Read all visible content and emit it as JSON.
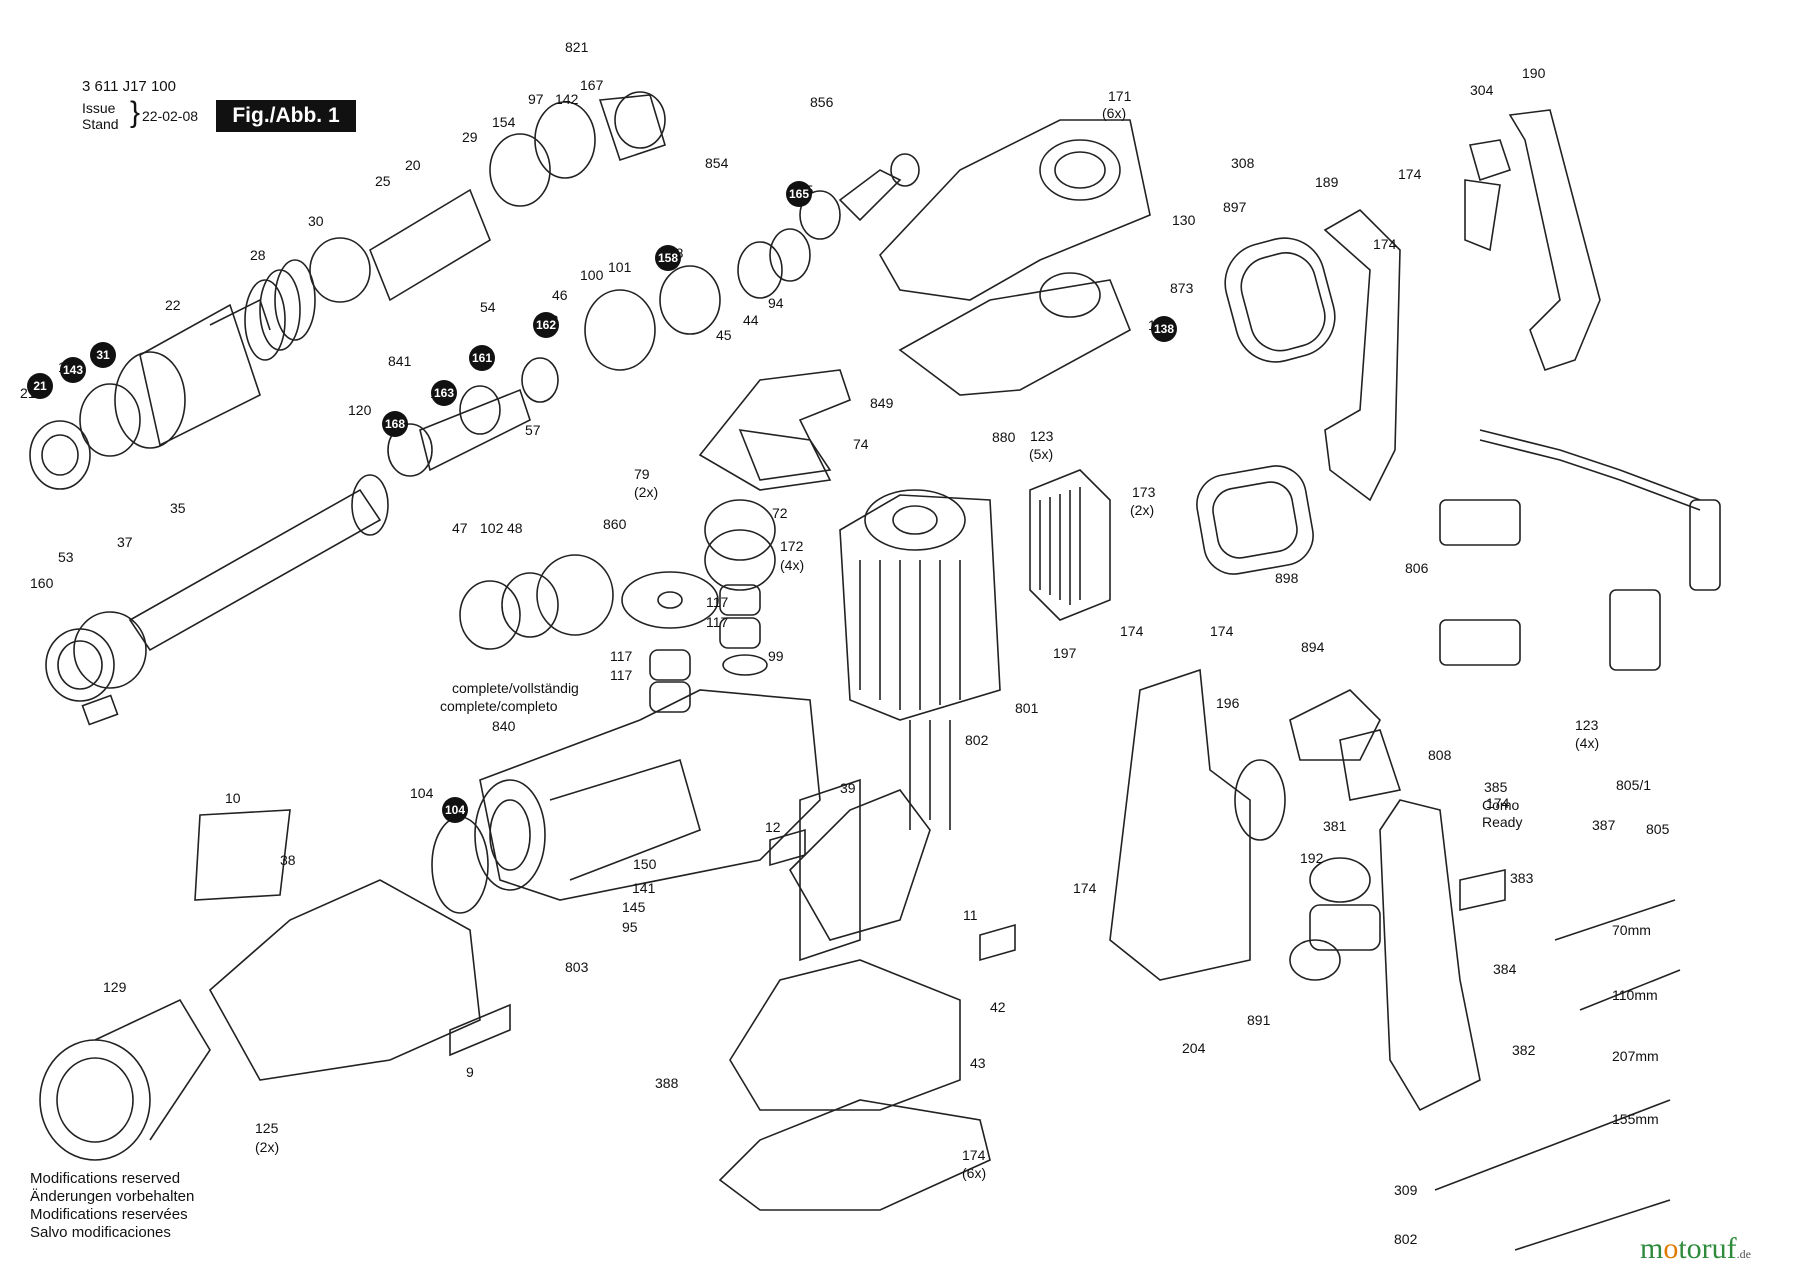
{
  "header": {
    "part_number": "3 611 J17 100",
    "issue_lines": [
      "Issue",
      "Stand"
    ],
    "date": "22-02-08",
    "figure": "Fig./Abb. 1"
  },
  "footer_notes": [
    "Modifications reserved",
    "Änderungen vorbehalten",
    "Modifications reservées",
    "Salvo modificaciones"
  ],
  "brand": {
    "part1": "m",
    "oo": "o",
    "part2": "toruf",
    "suffix": ".de"
  },
  "labels": [
    "821",
    "167",
    "142",
    "97",
    "154",
    "29",
    "20",
    "25",
    "30",
    "28",
    "22",
    "21",
    "143",
    "31",
    "856",
    "165",
    "854",
    "158",
    "101",
    "100",
    "46",
    "162",
    "54",
    "161",
    "841",
    "163",
    "168",
    "120",
    "57",
    "45",
    "44",
    "94",
    "171",
    "(6x)",
    "308",
    "130",
    "873",
    "138",
    "304",
    "190",
    "174",
    "189",
    "897",
    "174",
    "898",
    "806",
    "849",
    "74",
    "79",
    "(2x)",
    "72",
    "860",
    "47",
    "102",
    "48",
    "117",
    "117",
    "99",
    "117",
    "117",
    "172",
    "(4x)",
    "880",
    "123",
    "(5x)",
    "173",
    "(2x)",
    "35",
    "37",
    "53",
    "160",
    "complete/vollständig",
    "complete/completo",
    "840",
    "104",
    "801",
    "802",
    "197",
    "174",
    "174",
    "894",
    "196",
    "381",
    "192",
    "891",
    "204",
    "10",
    "38",
    "39",
    "12",
    "150",
    "141",
    "145",
    "95",
    "803",
    "11",
    "42",
    "129",
    "125",
    "(2x)",
    "9",
    "388",
    "43",
    "174",
    "(6x)",
    "808",
    "385",
    "Como",
    "Ready",
    "387",
    "383",
    "384",
    "382",
    "309",
    "802",
    "70mm",
    "110mm",
    "207mm",
    "155mm",
    "123",
    "(4x)",
    "805/1",
    "805",
    "174",
    "174"
  ],
  "badges": [
    "21",
    "143",
    "31",
    "165",
    "158",
    "162",
    "161",
    "168",
    "163",
    "104",
    "138"
  ],
  "colors": {
    "ink": "#111111",
    "badge": "#111111",
    "brand_green": "#2e8b3c",
    "brand_orange": "#e07b00"
  }
}
